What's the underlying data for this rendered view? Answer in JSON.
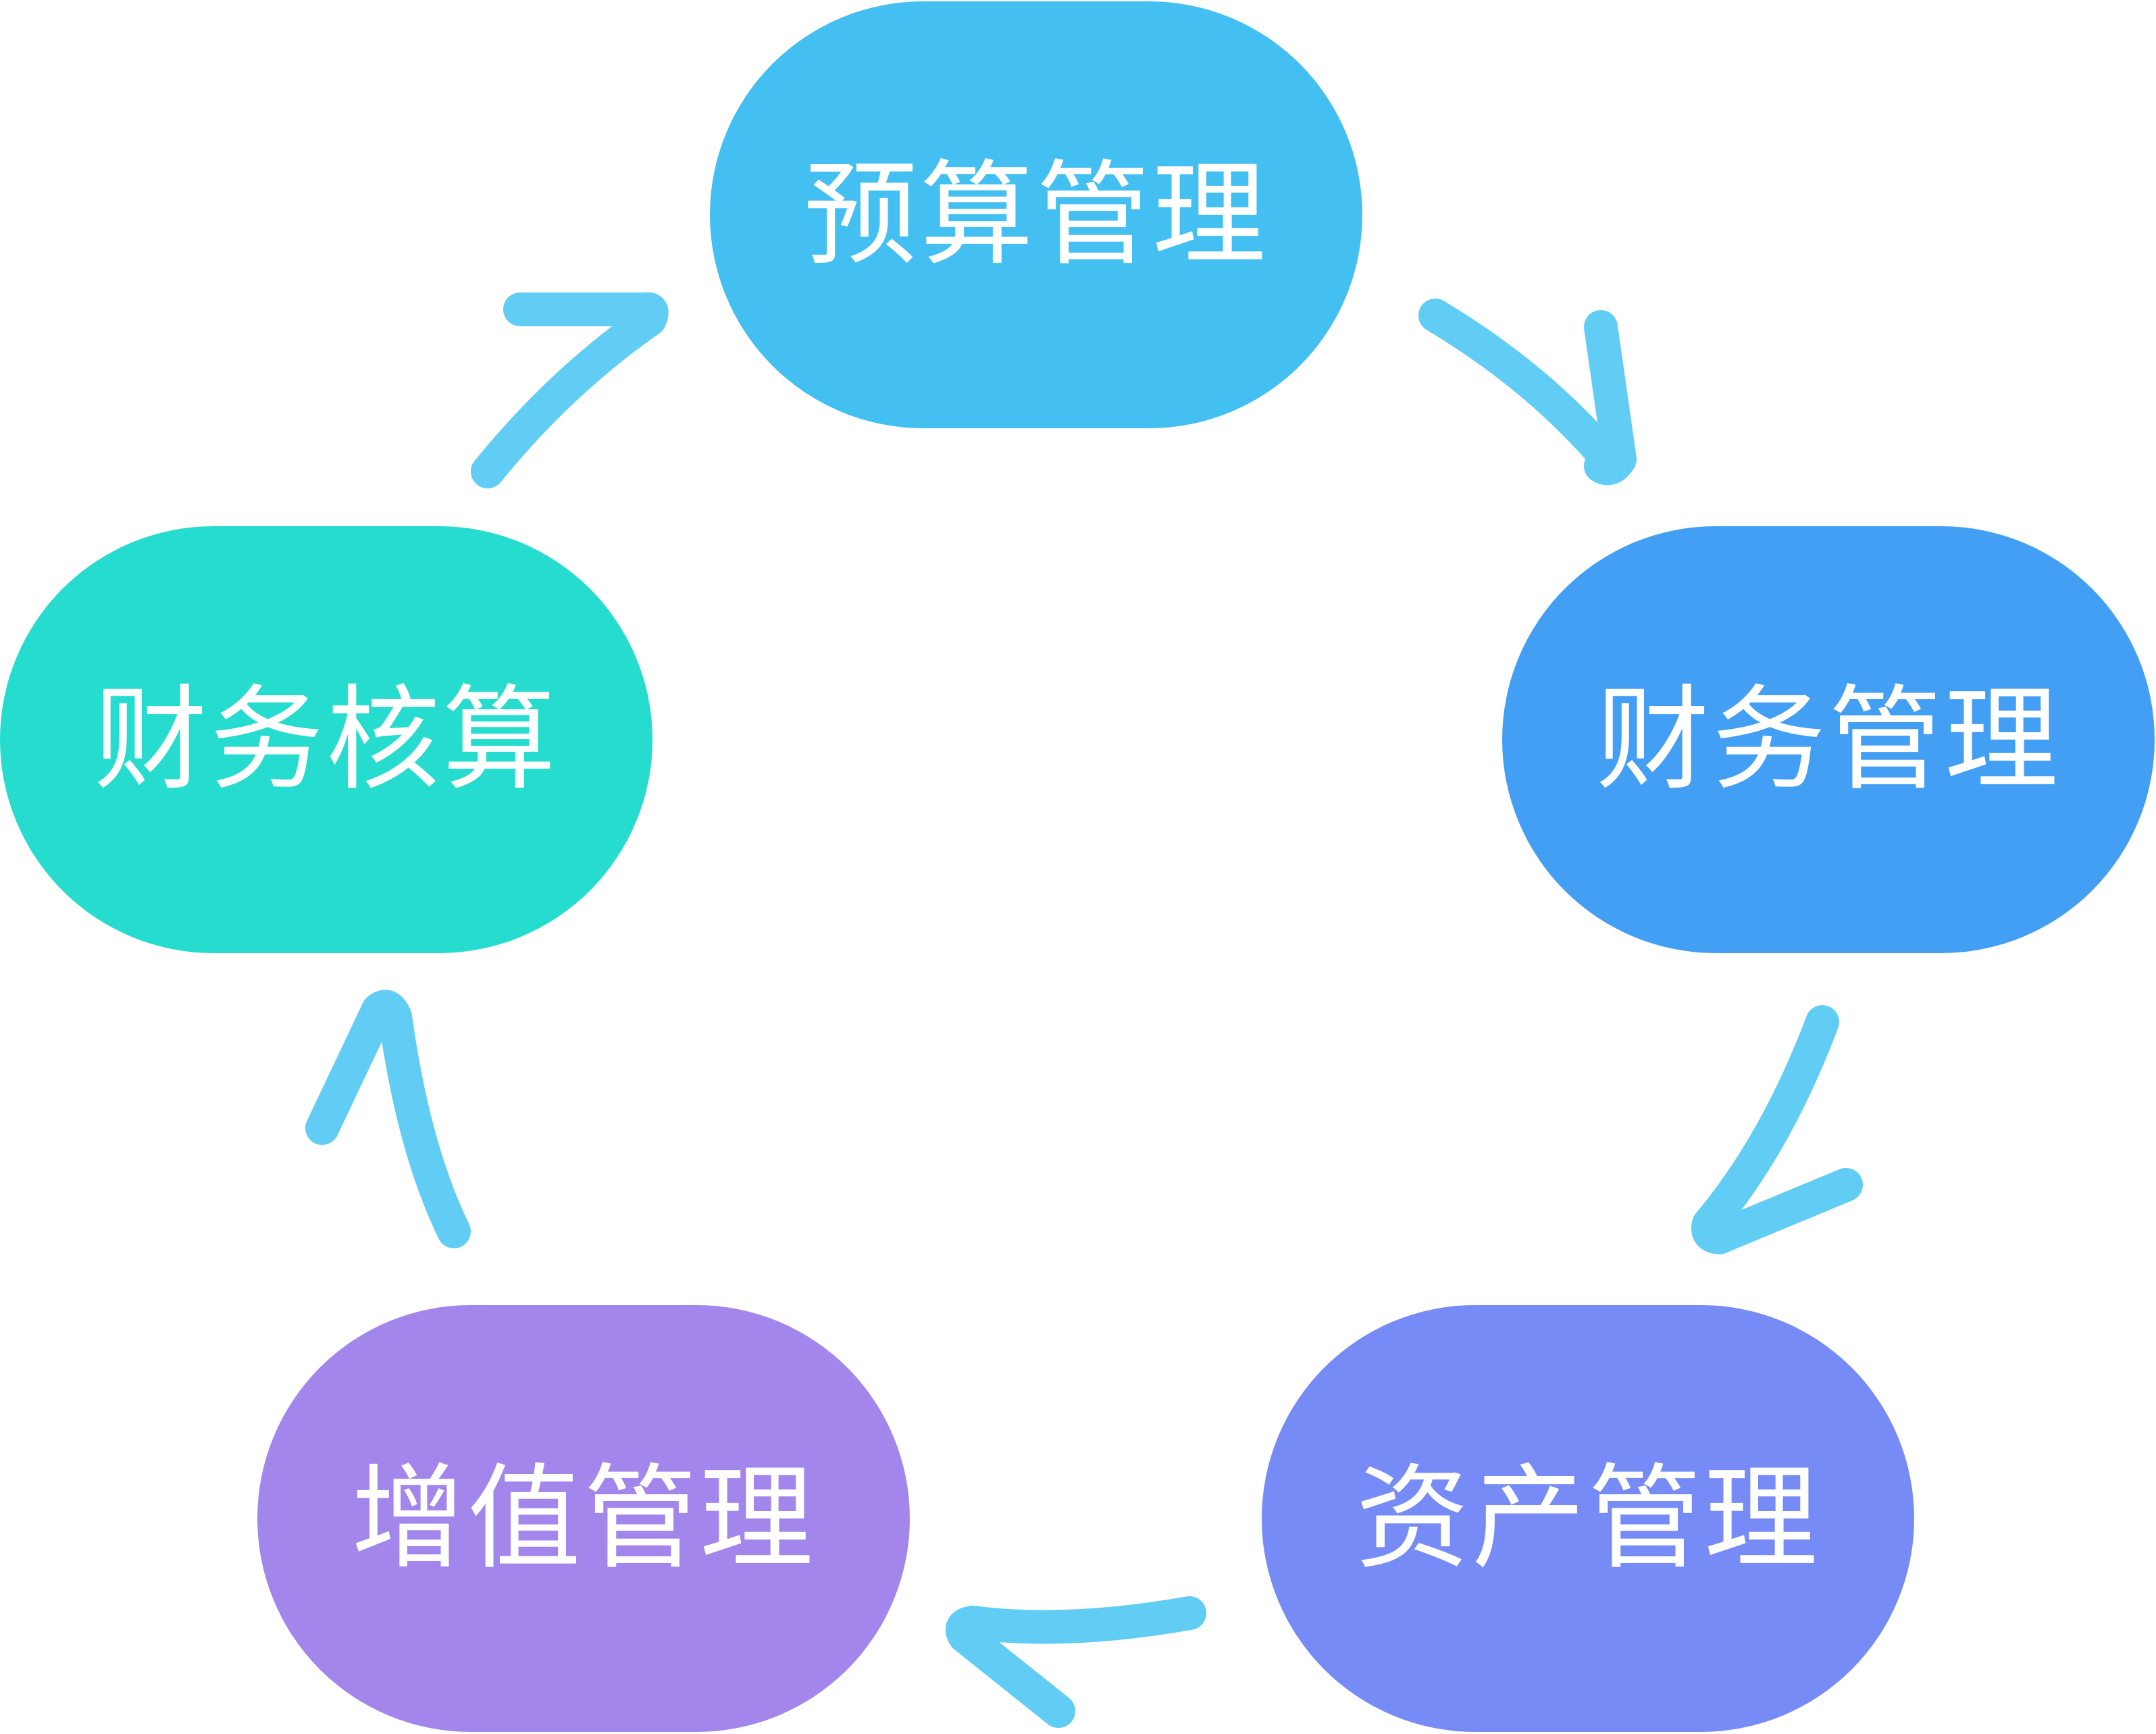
{
  "diagram": {
    "type": "cycle",
    "nodes": [
      {
        "id": "budget",
        "label": "预算管理",
        "color": "#44BFF1"
      },
      {
        "id": "finance",
        "label": "财务管理",
        "color": "#439FF3"
      },
      {
        "id": "asset",
        "label": "资产管理",
        "color": "#778BF6"
      },
      {
        "id": "value",
        "label": "增值管理",
        "color": "#A286EC"
      },
      {
        "id": "account",
        "label": "财务核算",
        "color": "#25DCCF"
      }
    ],
    "edges": [
      {
        "from": "budget",
        "to": "finance"
      },
      {
        "from": "finance",
        "to": "asset"
      },
      {
        "from": "asset",
        "to": "value"
      },
      {
        "from": "value",
        "to": "account"
      },
      {
        "from": "account",
        "to": "budget"
      }
    ],
    "arrow_color": "#61CDF4"
  }
}
